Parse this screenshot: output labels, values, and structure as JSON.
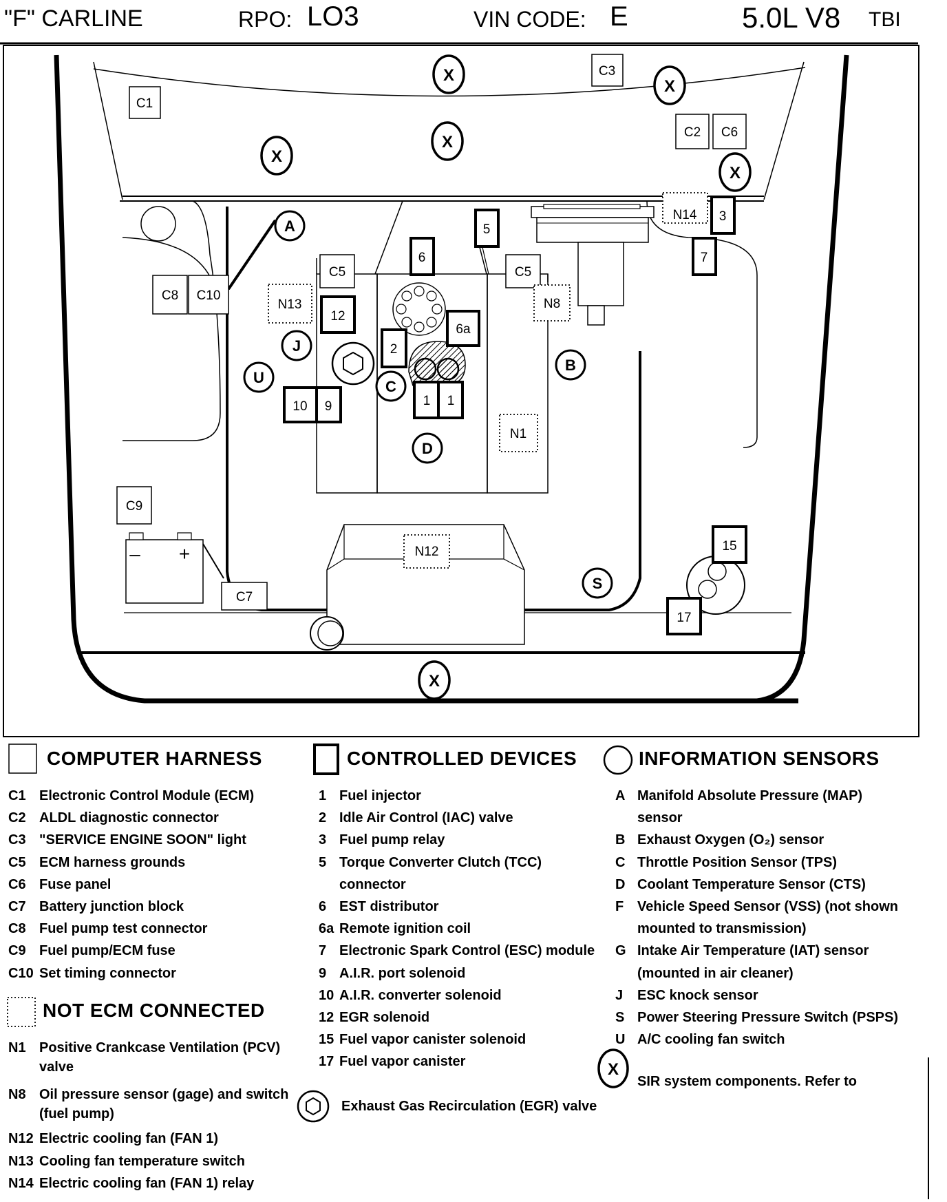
{
  "header": {
    "carline": "\"F\" CARLINE",
    "rpo_label": "RPO:",
    "rpo_value": "LO3",
    "vin_label": "VIN CODE:",
    "vin_value": "E",
    "engine": "5.0L V8",
    "engine_suffix": "TBI"
  },
  "diagram_labels": {
    "C1": "C1",
    "C2": "C2",
    "C3": "C3",
    "C5": "C5",
    "C6": "C6",
    "C7": "C7",
    "C8": "C8",
    "C9": "C9",
    "C10": "C10",
    "N1": "N1",
    "N8": "N8",
    "N12": "N12",
    "N13": "N13",
    "N14": "N14",
    "d1": "1",
    "d2": "2",
    "d3": "3",
    "d5": "5",
    "d6": "6",
    "d6a": "6a",
    "d7": "7",
    "d9": "9",
    "d10": "10",
    "d12": "12",
    "d15": "15",
    "d17": "17",
    "A": "A",
    "B": "B",
    "C": "C",
    "D": "D",
    "J": "J",
    "S": "S",
    "U": "U",
    "X": "X",
    "battery_minus": "–",
    "battery_plus": "+"
  },
  "legend": {
    "computer_harness": {
      "title": "COMPUTER HARNESS",
      "items": [
        {
          "code": "C1",
          "text": "Electronic Control Module (ECM)"
        },
        {
          "code": "C2",
          "text": "ALDL diagnostic connector"
        },
        {
          "code": "C3",
          "text": "\"SERVICE ENGINE SOON\" light"
        },
        {
          "code": "C5",
          "text": "ECM harness grounds"
        },
        {
          "code": "C6",
          "text": "Fuse panel"
        },
        {
          "code": "C7",
          "text": "Battery junction block"
        },
        {
          "code": "C8",
          "text": "Fuel pump test connector"
        },
        {
          "code": "C9",
          "text": "Fuel pump/ECM fuse"
        },
        {
          "code": "C10",
          "text": "Set timing connector"
        }
      ]
    },
    "controlled_devices": {
      "title": "CONTROLLED DEVICES",
      "items": [
        {
          "code": "1",
          "text": "Fuel injector"
        },
        {
          "code": "2",
          "text": "Idle Air Control (IAC) valve"
        },
        {
          "code": "3",
          "text": "Fuel pump relay"
        },
        {
          "code": "5",
          "text": "Torque Converter Clutch (TCC)"
        },
        {
          "code": "",
          "text": "connector"
        },
        {
          "code": "6",
          "text": "EST distributor"
        },
        {
          "code": "6a",
          "text": "Remote ignition coil"
        },
        {
          "code": "7",
          "text": "Electronic Spark Control (ESC) module"
        },
        {
          "code": "9",
          "text": "A.I.R. port solenoid"
        },
        {
          "code": "10",
          "text": "A.I.R. converter solenoid"
        },
        {
          "code": "12",
          "text": "EGR solenoid"
        },
        {
          "code": "15",
          "text": "Fuel vapor canister solenoid"
        },
        {
          "code": "17",
          "text": "Fuel vapor canister"
        }
      ]
    },
    "information_sensors": {
      "title": "INFORMATION SENSORS",
      "items": [
        {
          "code": "A",
          "text": "Manifold Absolute Pressure (MAP)"
        },
        {
          "code": "",
          "text": "sensor"
        },
        {
          "code": "B",
          "text": "Exhaust Oxygen (O₂) sensor"
        },
        {
          "code": "C",
          "text": "Throttle Position Sensor (TPS)"
        },
        {
          "code": "D",
          "text": "Coolant Temperature Sensor (CTS)"
        },
        {
          "code": "F",
          "text": "Vehicle Speed Sensor (VSS) (not shown"
        },
        {
          "code": "",
          "text": "mounted to transmission)"
        },
        {
          "code": "G",
          "text": "Intake Air Temperature  (IAT) sensor"
        },
        {
          "code": "",
          "text": "(mounted in air cleaner)"
        },
        {
          "code": "J",
          "text": "ESC knock sensor"
        },
        {
          "code": "S",
          "text": "Power Steering Pressure Switch (PSPS)"
        },
        {
          "code": "U",
          "text": "A/C cooling fan switch"
        }
      ]
    },
    "not_ecm_connected": {
      "title": "NOT ECM CONNECTED",
      "items": [
        {
          "code": "N1",
          "text": "Positive Crankcase Ventilation (PCV)"
        },
        {
          "code": "",
          "text": "valve"
        },
        {
          "code": "N8",
          "text": "Oil pressure sensor (gage) and switch"
        },
        {
          "code": "",
          "text": "(fuel pump)"
        },
        {
          "code": "N12",
          "text": "Electric cooling fan (FAN 1)"
        },
        {
          "code": "N13",
          "text": "Cooling fan temperature switch"
        },
        {
          "code": "N14",
          "text": "Electric cooling fan (FAN 1) relay"
        }
      ]
    },
    "sir": {
      "symbol": "X",
      "text": "SIR system components.  Refer to"
    },
    "egr": {
      "text": "Exhaust Gas Recirculation (EGR) valve"
    }
  }
}
